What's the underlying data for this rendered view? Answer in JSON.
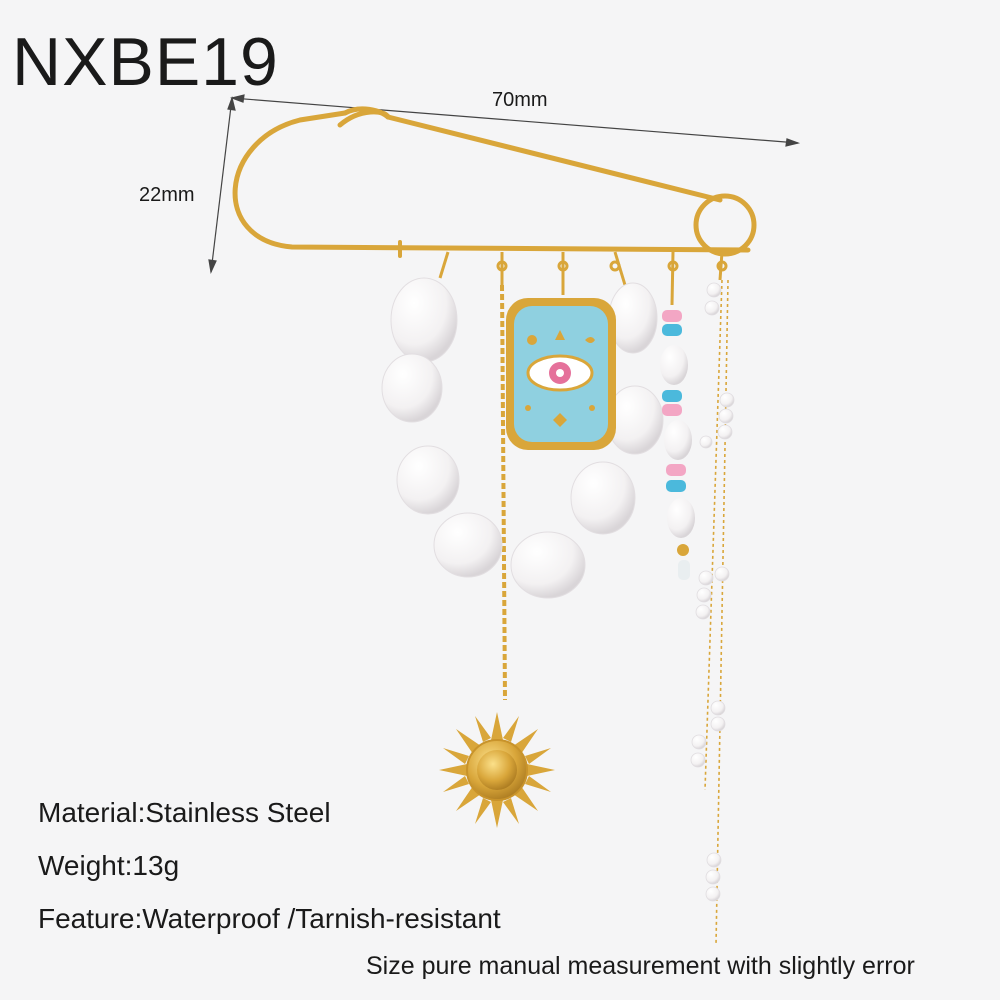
{
  "product": {
    "code": "NXBE19",
    "width_label": "70mm",
    "height_label": "22mm"
  },
  "specs": {
    "material": "Material:Stainless Steel",
    "weight": "Weight:13g",
    "feature": "Feature:Waterproof /Tarnish-resistant"
  },
  "note": "Size pure manual measurement with slightly error",
  "colors": {
    "background": "#f5f5f6",
    "gold": "#d9a63a",
    "enamel_blue": "#8fd0e0",
    "pearl": "#fbfbfb",
    "bead_pink": "#f3a6c4",
    "bead_blue": "#4bb9dc"
  }
}
